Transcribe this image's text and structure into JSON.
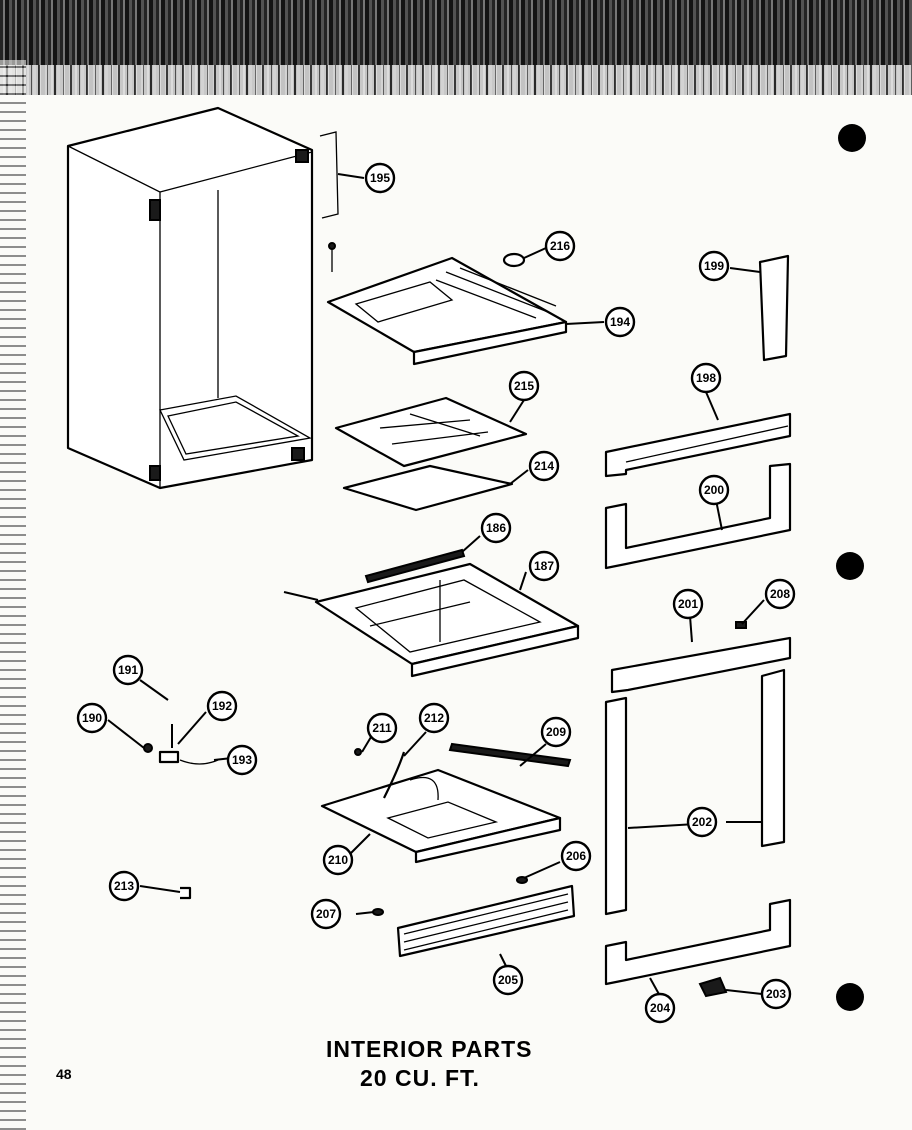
{
  "title": {
    "line1": "INTERIOR PARTS",
    "line2": "20 CU. FT."
  },
  "page_number": "48",
  "callouts": [
    {
      "id": "195",
      "label": "195"
    },
    {
      "id": "216",
      "label": "216"
    },
    {
      "id": "194",
      "label": "194"
    },
    {
      "id": "199",
      "label": "199"
    },
    {
      "id": "215",
      "label": "215"
    },
    {
      "id": "198",
      "label": "198"
    },
    {
      "id": "214",
      "label": "214"
    },
    {
      "id": "200",
      "label": "200"
    },
    {
      "id": "186",
      "label": "186"
    },
    {
      "id": "187",
      "label": "187"
    },
    {
      "id": "201",
      "label": "201"
    },
    {
      "id": "208",
      "label": "208"
    },
    {
      "id": "191",
      "label": "191"
    },
    {
      "id": "192",
      "label": "192"
    },
    {
      "id": "190",
      "label": "190"
    },
    {
      "id": "193",
      "label": "193"
    },
    {
      "id": "211",
      "label": "211"
    },
    {
      "id": "212",
      "label": "212"
    },
    {
      "id": "209",
      "label": "209"
    },
    {
      "id": "202",
      "label": "202"
    },
    {
      "id": "210",
      "label": "210"
    },
    {
      "id": "206",
      "label": "206"
    },
    {
      "id": "213",
      "label": "213"
    },
    {
      "id": "207",
      "label": "207"
    },
    {
      "id": "205",
      "label": "205"
    },
    {
      "id": "204",
      "label": "204"
    },
    {
      "id": "203",
      "label": "203"
    }
  ]
}
